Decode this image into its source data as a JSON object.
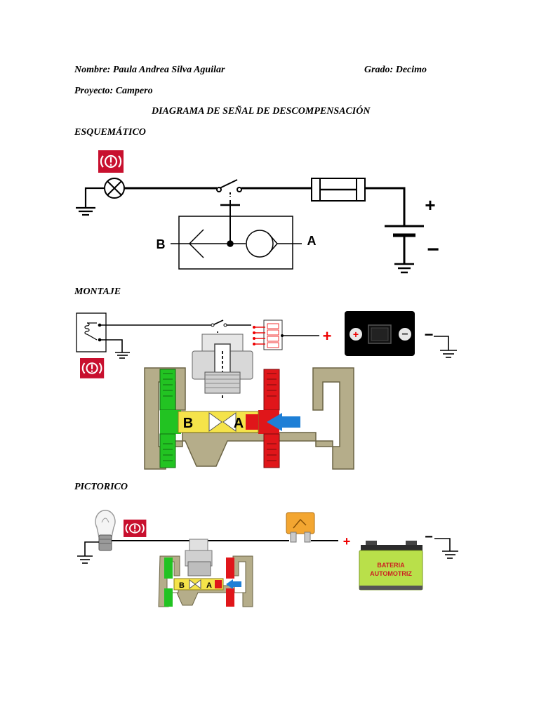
{
  "header": {
    "name": "Nombre: Paula Andrea Silva Aguilar",
    "grade": "Grado: Decimo",
    "project": "Proyecto: Campero",
    "title": "DIAGRAMA DE SEÑAL DE DESCOMPENSACIÓN"
  },
  "sections": {
    "schematic": "ESQUEMÁTICO",
    "assembly": "MONTAJE",
    "pictorial": "PICTORICO"
  },
  "schematic": {
    "port_b": "B",
    "port_a": "A",
    "plus": "+",
    "minus": "−"
  },
  "assembly": {
    "valve_b": "B",
    "valve_a": "A",
    "plus": "+",
    "battery_minus": "−"
  },
  "pictorial": {
    "valve_b": "B",
    "valve_a": "A",
    "plus": "+",
    "battery_label_1": "BATERIA",
    "battery_label_2": "AUTOMOTRIZ",
    "battery_minus": "−"
  },
  "colors": {
    "warning_red": "#c8102e",
    "valve_green": "#22c322",
    "valve_red": "#e0161a",
    "valve_yellow": "#f5e34a",
    "pressure_arrow": "#1e7fd6",
    "valve_body": "#b5ad8a",
    "battery_body": "#b9e04a",
    "fuse_orange": "#f3a631"
  }
}
